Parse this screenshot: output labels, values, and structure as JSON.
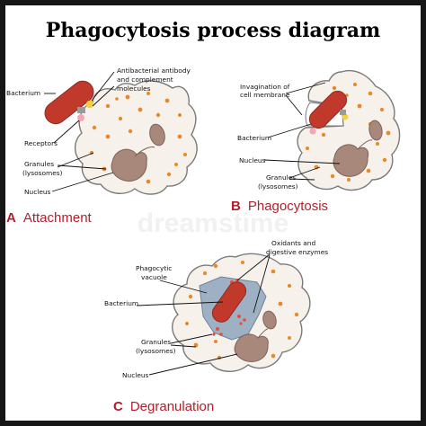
{
  "title": "Phagocytosis process diagram",
  "watermark": "dreamstime",
  "colors": {
    "cell_fill": "#f7f1ec",
    "cell_outline": "#7a7a7a",
    "granule": "#e8892a",
    "nucleus": "#a8887a",
    "bacterium": "#c0392b",
    "vacuole": "#9eb0c4",
    "receptor": "#f3a6b8",
    "antibody": "#f4d03f",
    "label_red": "#b3202a"
  },
  "panels": {
    "a": {
      "letter": "A",
      "caption": "Attachment",
      "labels": {
        "bacterium": "Bacterium",
        "antibody_line1": "Antibacterial antibody",
        "antibody_line2": "and complement",
        "antibody_line3": "molecules",
        "receptors": "Receptors",
        "granules_line1": "Granules",
        "granules_line2": "(lysosomes)",
        "nucleus": "Nucleus"
      }
    },
    "b": {
      "letter": "B",
      "caption": "Phagocytosis",
      "labels": {
        "invagination_line1": "Invagination of",
        "invagination_line2": "cell membrane",
        "bacterium": "Bacterium",
        "nucleus": "Nucleus",
        "granules_line1": "Granules",
        "granules_line2": "(lysosomes)"
      }
    },
    "c": {
      "letter": "C",
      "caption": "Degranulation",
      "labels": {
        "oxidants_line1": "Oxidants and",
        "oxidants_line2": "digestive enzymes",
        "vacuole_line1": "Phagocytic",
        "vacuole_line2": "vacuole",
        "bacterium": "Bacterium",
        "granules_line1": "Granules",
        "granules_line2": "(lysosomes)",
        "nucleus": "Nucleus"
      }
    }
  }
}
